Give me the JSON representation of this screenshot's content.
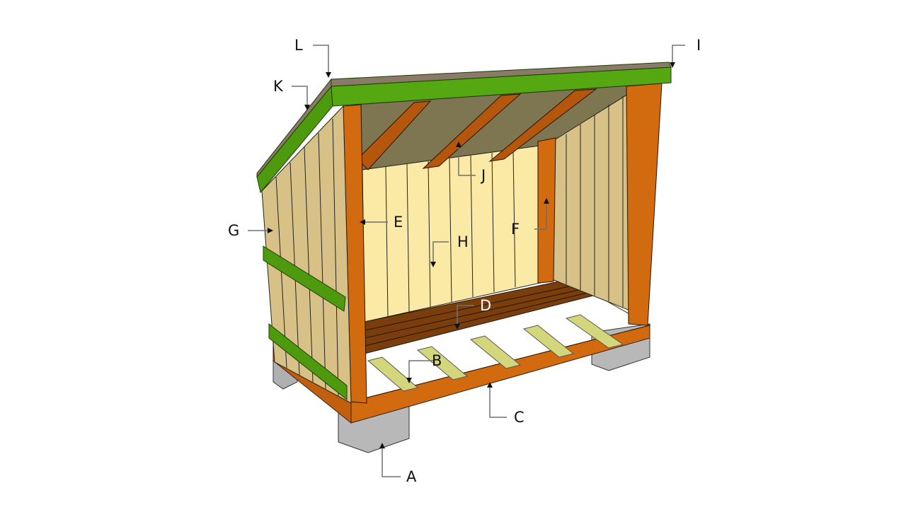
{
  "diagram": {
    "subject": "Wood shed 3D construction diagram with part callouts",
    "background": "#ffffff",
    "colors": {
      "roof_trim_green": "#4e9a0f",
      "frame_orange": "#d26a10",
      "frame_dark_orange": "#a5520d",
      "siding_light": "#fbe9a6",
      "siding_tan": "#d8c187",
      "floor_brown": "#7a3e0c",
      "joist_yellow": "#d3d67a",
      "roof_underside": "#7e7650",
      "concrete": "#b5b5b5",
      "leader": "#707070"
    },
    "callouts": [
      {
        "id": "A",
        "label": "A",
        "part": "concrete block"
      },
      {
        "id": "B",
        "label": "B",
        "part": "floor joist"
      },
      {
        "id": "C",
        "label": "C",
        "part": "rim joist"
      },
      {
        "id": "D",
        "label": "D",
        "part": "floor decking"
      },
      {
        "id": "E",
        "label": "E",
        "part": "front left post"
      },
      {
        "id": "F",
        "label": "F",
        "part": "back right post"
      },
      {
        "id": "G",
        "label": "G",
        "part": "side siding"
      },
      {
        "id": "H",
        "label": "H",
        "part": "back siding"
      },
      {
        "id": "I",
        "label": "I",
        "part": "roof front trim"
      },
      {
        "id": "J",
        "label": "J",
        "part": "rafter"
      },
      {
        "id": "K",
        "label": "K",
        "part": "side roof trim"
      },
      {
        "id": "L",
        "label": "L",
        "part": "roofing"
      }
    ]
  }
}
